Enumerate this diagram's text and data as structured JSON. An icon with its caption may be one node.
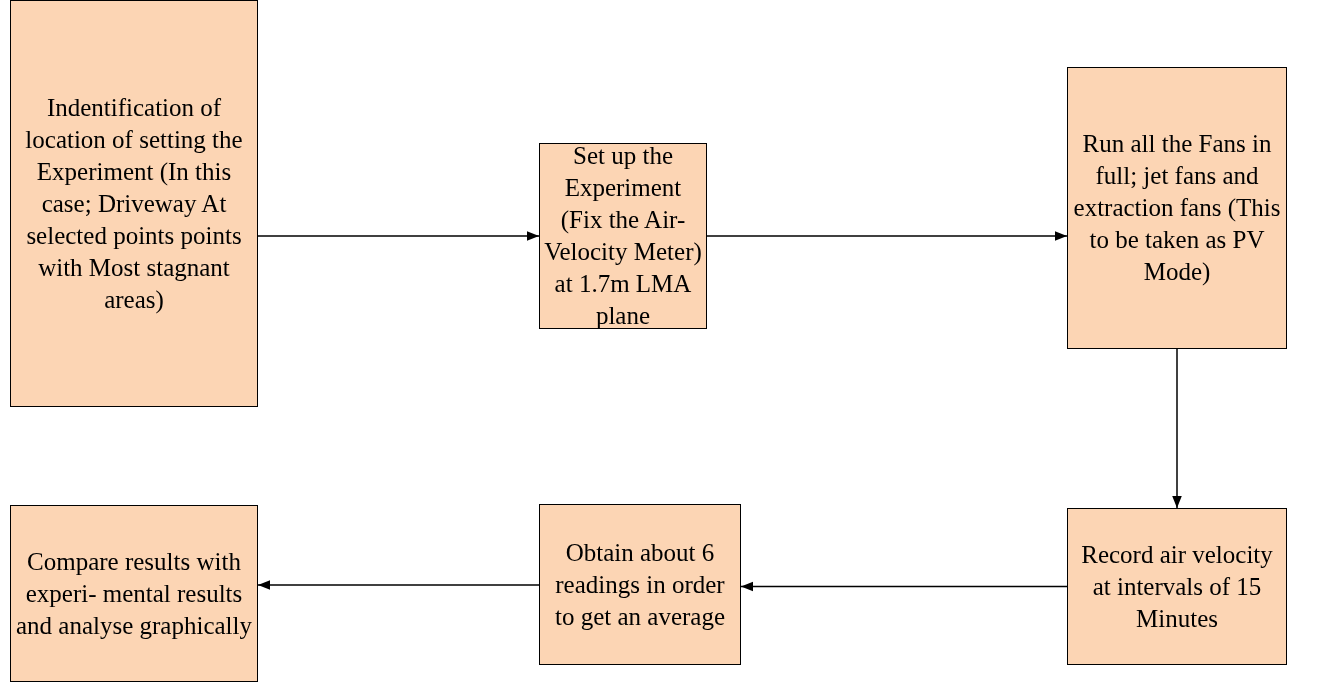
{
  "diagram": {
    "nodes": [
      {
        "text": [
          "Indentification of location of setting the Experiment (In this case; Driveway At selected points points with Most stagnant areas)"
        ]
      },
      {
        "text": [
          "Set up the Experiment (Fix the Air-Velocity Meter) at 1.7m LMA plane"
        ]
      },
      {
        "text": [
          "Run all the Fans in full; jet fans and extraction fans (This to be taken as PV Mode)"
        ]
      },
      {
        "text": [
          "Record air velocity at intervals of 15 Minutes"
        ]
      },
      {
        "text": [
          "Obtain about 6 readings in order to get an average"
        ]
      },
      {
        "text": [
          "Compare results with experi- mental results and analyse graphically"
        ]
      }
    ],
    "edges": [
      {
        "from": 0,
        "to": 1,
        "arrow": "to"
      },
      {
        "from": 1,
        "to": 2,
        "arrow": "to"
      },
      {
        "from": 2,
        "to": 3,
        "arrow": "to"
      },
      {
        "from": 3,
        "to": 4,
        "arrow": "to"
      },
      {
        "from": 4,
        "to": 5,
        "arrow": "to"
      }
    ]
  }
}
